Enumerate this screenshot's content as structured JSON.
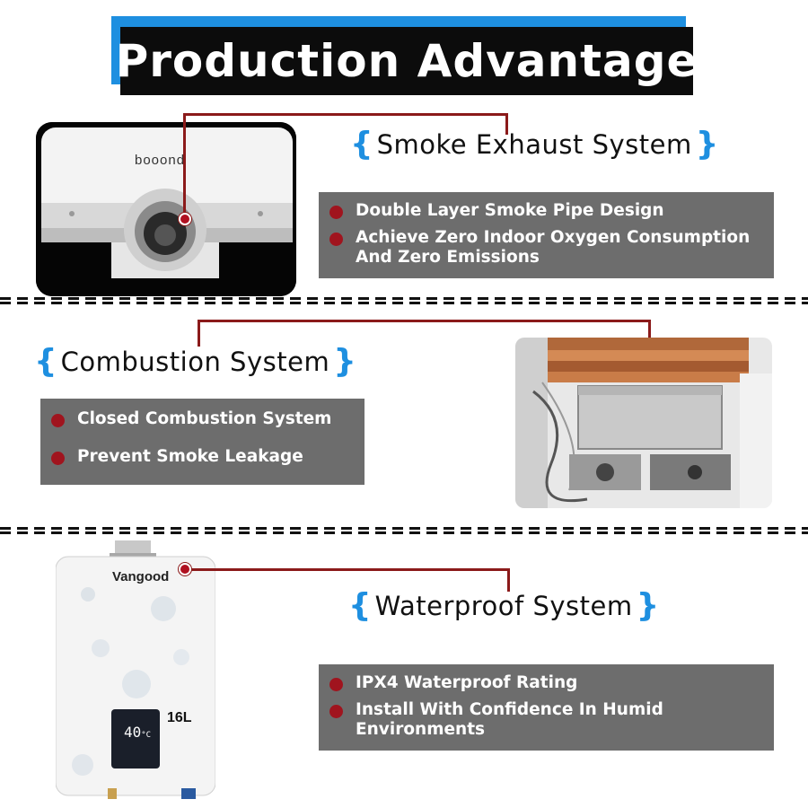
{
  "title": "Production Advantage",
  "sections": [
    {
      "heading": "Smoke Exhaust System",
      "image_label": "smoke-exhaust-unit",
      "brand": "booond",
      "bullets": [
        "Double Layer Smoke Pipe Design",
        "Achieve Zero Indoor Oxygen Consumption And Zero Emissions"
      ]
    },
    {
      "heading": "Combustion System",
      "image_label": "combustion-chamber",
      "bullets": [
        "Closed Combustion System",
        "Prevent Smoke Leakage"
      ]
    },
    {
      "heading": "Waterproof System",
      "image_label": "water-heater",
      "brand": "Vangood",
      "capacity": "16L",
      "display_value": "40",
      "display_unit": "°C",
      "bullets": [
        "IPX4 Waterproof Rating",
        "Install With Confidence In Humid Environments"
      ]
    }
  ],
  "colors": {
    "accent_blue": "#1e8fe0",
    "bullet_red": "#a0141e",
    "box_gray": "#6d6d6d",
    "line_red": "#8b1a1a"
  }
}
